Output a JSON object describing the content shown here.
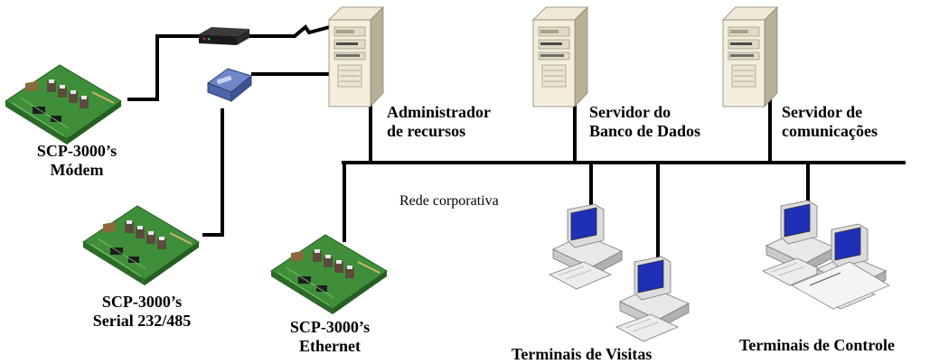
{
  "devices": {
    "admin_server": {
      "line1": "Administrador",
      "line2": "de recursos",
      "icon": "server-tower-icon"
    },
    "db_server": {
      "line1": "Servidor do",
      "line2": "Banco de Dados",
      "icon": "server-tower-icon"
    },
    "comm_server": {
      "line1": "Servidor de",
      "line2": "comunicações",
      "icon": "server-tower-icon"
    },
    "scp_modem": {
      "line1": "SCP-3000’s",
      "line2": "Módem",
      "icon": "circuit-board-icon"
    },
    "scp_serial": {
      "line1": "SCP-3000’s",
      "line2": "Serial 232/485",
      "icon": "circuit-board-icon"
    },
    "scp_ethernet": {
      "line1": "SCP-3000’s",
      "line2": "Ethernet",
      "icon": "circuit-board-icon"
    },
    "terminals_visit": {
      "label": "Terminais de Visitas",
      "icon": "desktop-computer-icon"
    },
    "terminals_control": {
      "label": "Terminais de Controle",
      "icon": "desktop-computer-icon"
    },
    "modem": {
      "icon": "modem-icon"
    },
    "converter": {
      "icon": "serial-converter-icon"
    }
  },
  "network": {
    "label": "Rede corporativa"
  },
  "colors": {
    "line": "#000000",
    "board_green": "#3f8f3a",
    "screen_blue": "#1f2fb8",
    "case_beige": "#f0ead8"
  }
}
